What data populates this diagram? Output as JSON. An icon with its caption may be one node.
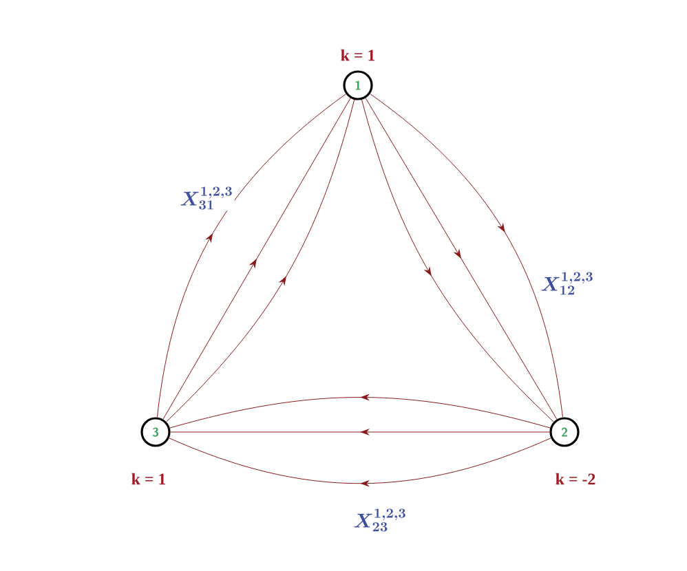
{
  "diagram": {
    "nodes": [
      {
        "text": [
          "1"
        ],
        "beside": [
          "k = 1"
        ]
      },
      {
        "text": [
          "2"
        ],
        "beside": [
          "k = -2"
        ]
      },
      {
        "text": [
          "3"
        ],
        "beside": [
          "k = 1"
        ]
      }
    ],
    "edges": [
      {
        "from": 0,
        "to": 1,
        "arrow": "to",
        "label": "X_{12}^{1,2,3}"
      },
      {
        "from": 0,
        "to": 1,
        "arrow": "to"
      },
      {
        "from": 0,
        "to": 1,
        "arrow": "to"
      },
      {
        "from": 1,
        "to": 2,
        "arrow": "to",
        "label": "X_{23}^{1,2,3}"
      },
      {
        "from": 1,
        "to": 2,
        "arrow": "to"
      },
      {
        "from": 1,
        "to": 2,
        "arrow": "to"
      },
      {
        "from": 2,
        "to": 0,
        "arrow": "to",
        "label": "X_{31}^{1,2,3}"
      },
      {
        "from": 2,
        "to": 0,
        "arrow": "to"
      },
      {
        "from": 2,
        "to": 0,
        "arrow": "to"
      }
    ]
  }
}
